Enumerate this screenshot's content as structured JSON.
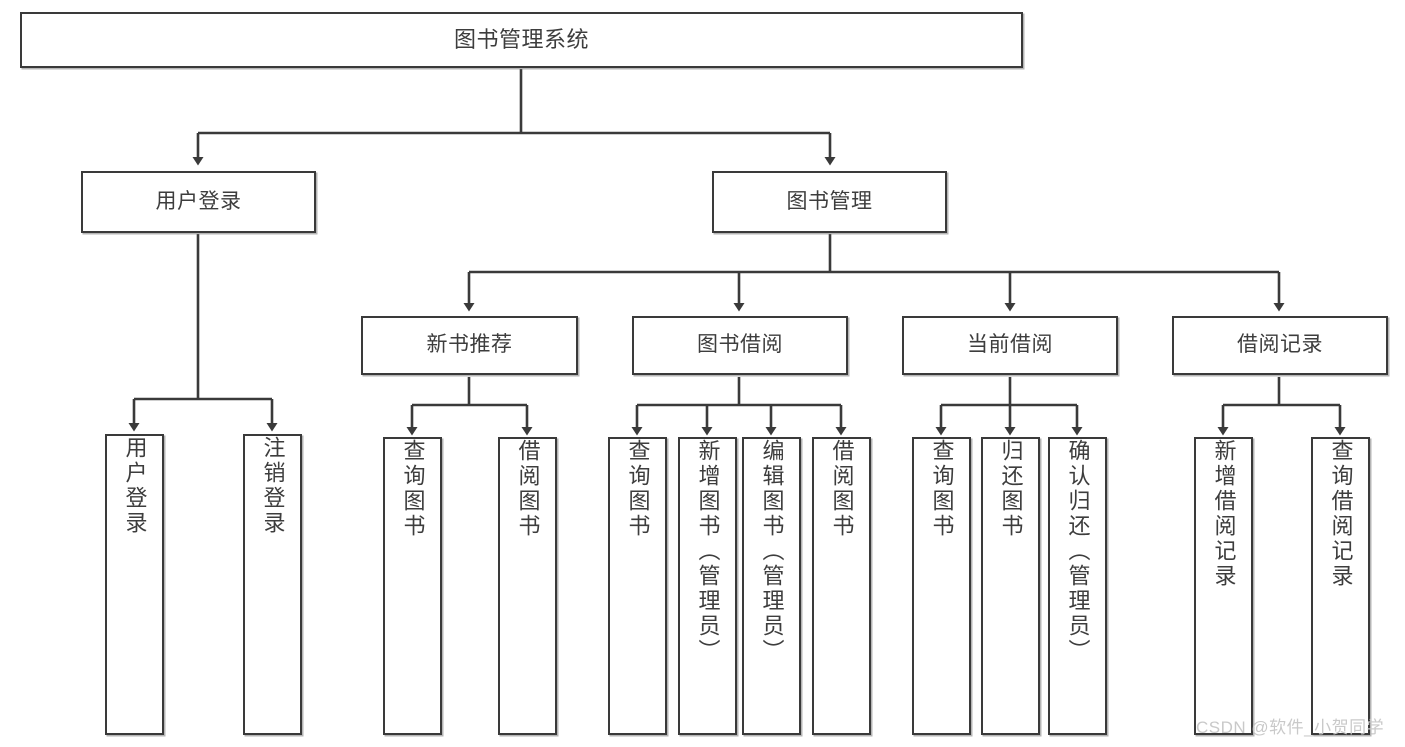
{
  "diagram": {
    "title_node": {
      "label": "图书管理系统"
    },
    "level2": [
      {
        "id": "user-login",
        "label": "用户登录"
      },
      {
        "id": "book-management",
        "label": "图书管理"
      }
    ],
    "level3": [
      {
        "id": "new-book-recommend",
        "label": "新书推荐"
      },
      {
        "id": "book-borrow",
        "label": "图书借阅"
      },
      {
        "id": "current-borrow",
        "label": "当前借阅"
      },
      {
        "id": "borrow-record",
        "label": "借阅记录"
      }
    ],
    "leaves": {
      "user_login": [
        {
          "id": "leaf-user-login",
          "label": "用户登录"
        },
        {
          "id": "leaf-logout-login",
          "label": "注销登录"
        }
      ],
      "new_book_recommend": [
        {
          "id": "leaf-query-book-1",
          "label": "查询图书"
        },
        {
          "id": "leaf-borrow-book-1",
          "label": "借阅图书"
        }
      ],
      "book_borrow": [
        {
          "id": "leaf-query-book-2",
          "label": "查询图书"
        },
        {
          "id": "leaf-add-book",
          "label": "新增图书（管理员）"
        },
        {
          "id": "leaf-edit-book",
          "label": "编辑图书（管理员）"
        },
        {
          "id": "leaf-borrow-book-2",
          "label": "借阅图书"
        }
      ],
      "current_borrow": [
        {
          "id": "leaf-query-book-3",
          "label": "查询图书"
        },
        {
          "id": "leaf-return-book",
          "label": "归还图书"
        },
        {
          "id": "leaf-confirm-return",
          "label": "确认归还（管理员）"
        }
      ],
      "borrow_record": [
        {
          "id": "leaf-add-record",
          "label": "新增借阅记录"
        },
        {
          "id": "leaf-query-record",
          "label": "查询借阅记录"
        }
      ]
    }
  },
  "watermark": {
    "text": "CSDN @软件_小贺同学"
  },
  "colors": {
    "border": "#3a3a3a",
    "text": "#3d3d3d",
    "background": "#ffffff",
    "watermark": "#c9c9c9"
  }
}
